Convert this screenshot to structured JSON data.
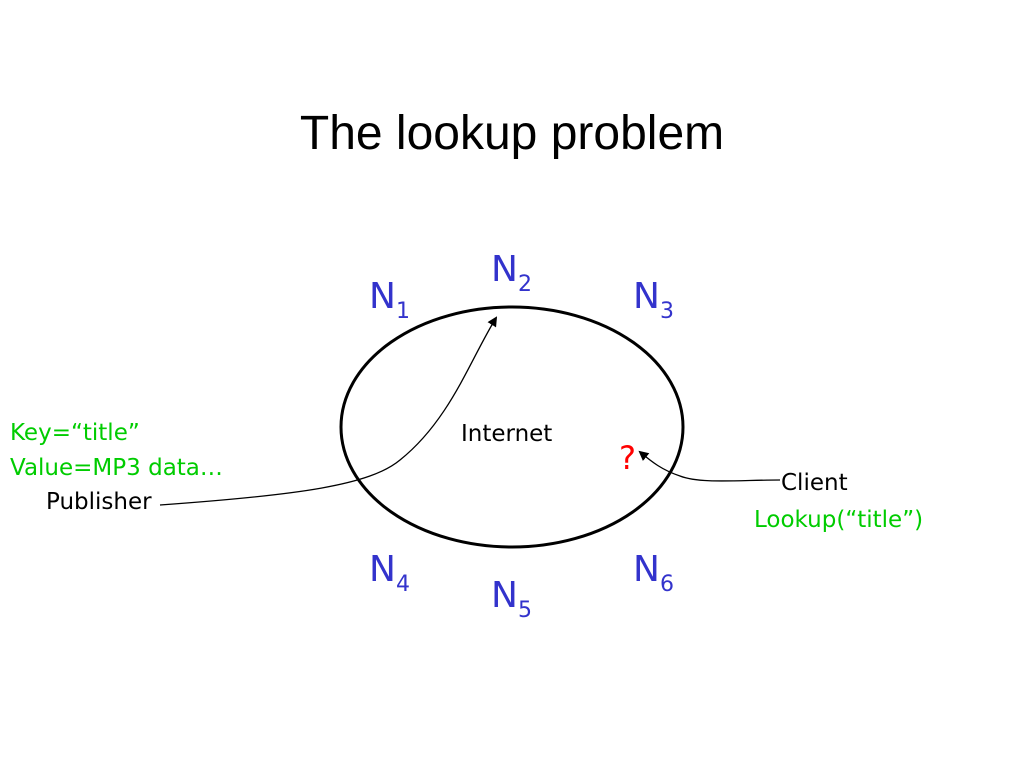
{
  "title": "The lookup problem",
  "internet_label": "Internet",
  "nodes": [
    {
      "name": "N",
      "index": "1"
    },
    {
      "name": "N",
      "index": "2"
    },
    {
      "name": "N",
      "index": "3"
    },
    {
      "name": "N",
      "index": "4"
    },
    {
      "name": "N",
      "index": "5"
    },
    {
      "name": "N",
      "index": "6"
    }
  ],
  "publisher": {
    "key_text": "Key=“title”",
    "value_text": "Value=MP3 data…",
    "label": "Publisher"
  },
  "client": {
    "label": "Client",
    "lookup_text": "Lookup(“title”)"
  },
  "question_mark": "?",
  "colors": {
    "node_text": "#3333cc",
    "green_text": "#00cc00",
    "question": "#ff0000",
    "ellipse_stroke": "#000000"
  }
}
